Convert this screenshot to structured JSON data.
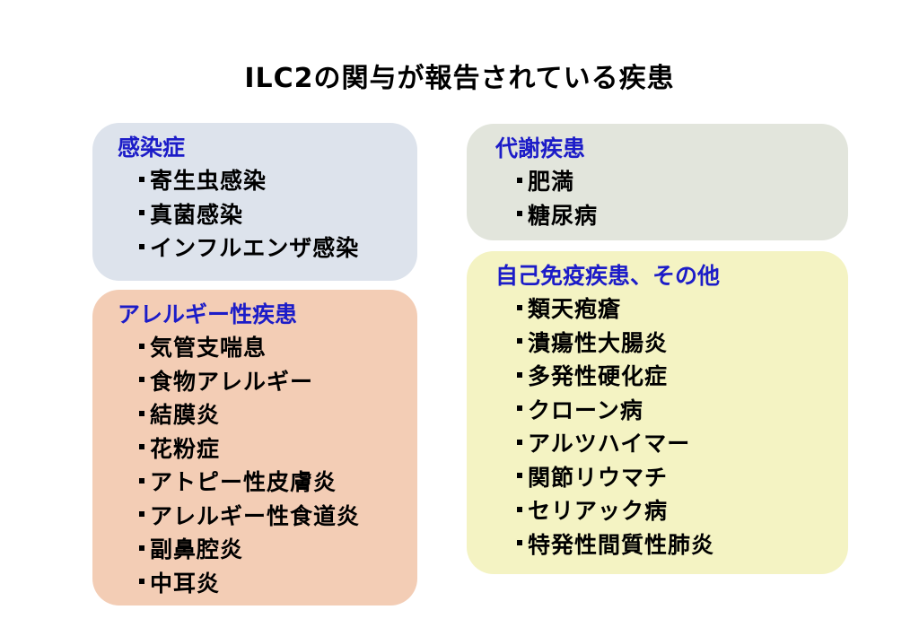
{
  "title": "ILC2の関与が報告されている疾患",
  "colors": {
    "heading": "#1c1cc8",
    "infection": "#dde3ec",
    "allergy": "#f3cdb5",
    "metabolic": "#e2e5dc",
    "autoimmune": "#f4f3c3"
  },
  "groups": [
    {
      "heading": "感染症",
      "items": [
        "寄生虫感染",
        "真菌感染",
        "インフルエンザ感染"
      ]
    },
    {
      "heading": "アレルギー性疾患",
      "items": [
        "気管支喘息",
        "食物アレルギー",
        "結膜炎",
        "花粉症",
        "アトピー性皮膚炎",
        "アレルギー性食道炎",
        "副鼻腔炎",
        "中耳炎"
      ]
    },
    {
      "heading": "代謝疾患",
      "items": [
        "肥満",
        "糖尿病"
      ]
    },
    {
      "heading": "自己免疫疾患、その他",
      "items": [
        "類天疱瘡",
        "潰瘍性大腸炎",
        "多発性硬化症",
        "クローン病",
        "アルツハイマー",
        "関節リウマチ",
        "セリアック病",
        "特発性間質性肺炎"
      ]
    }
  ]
}
